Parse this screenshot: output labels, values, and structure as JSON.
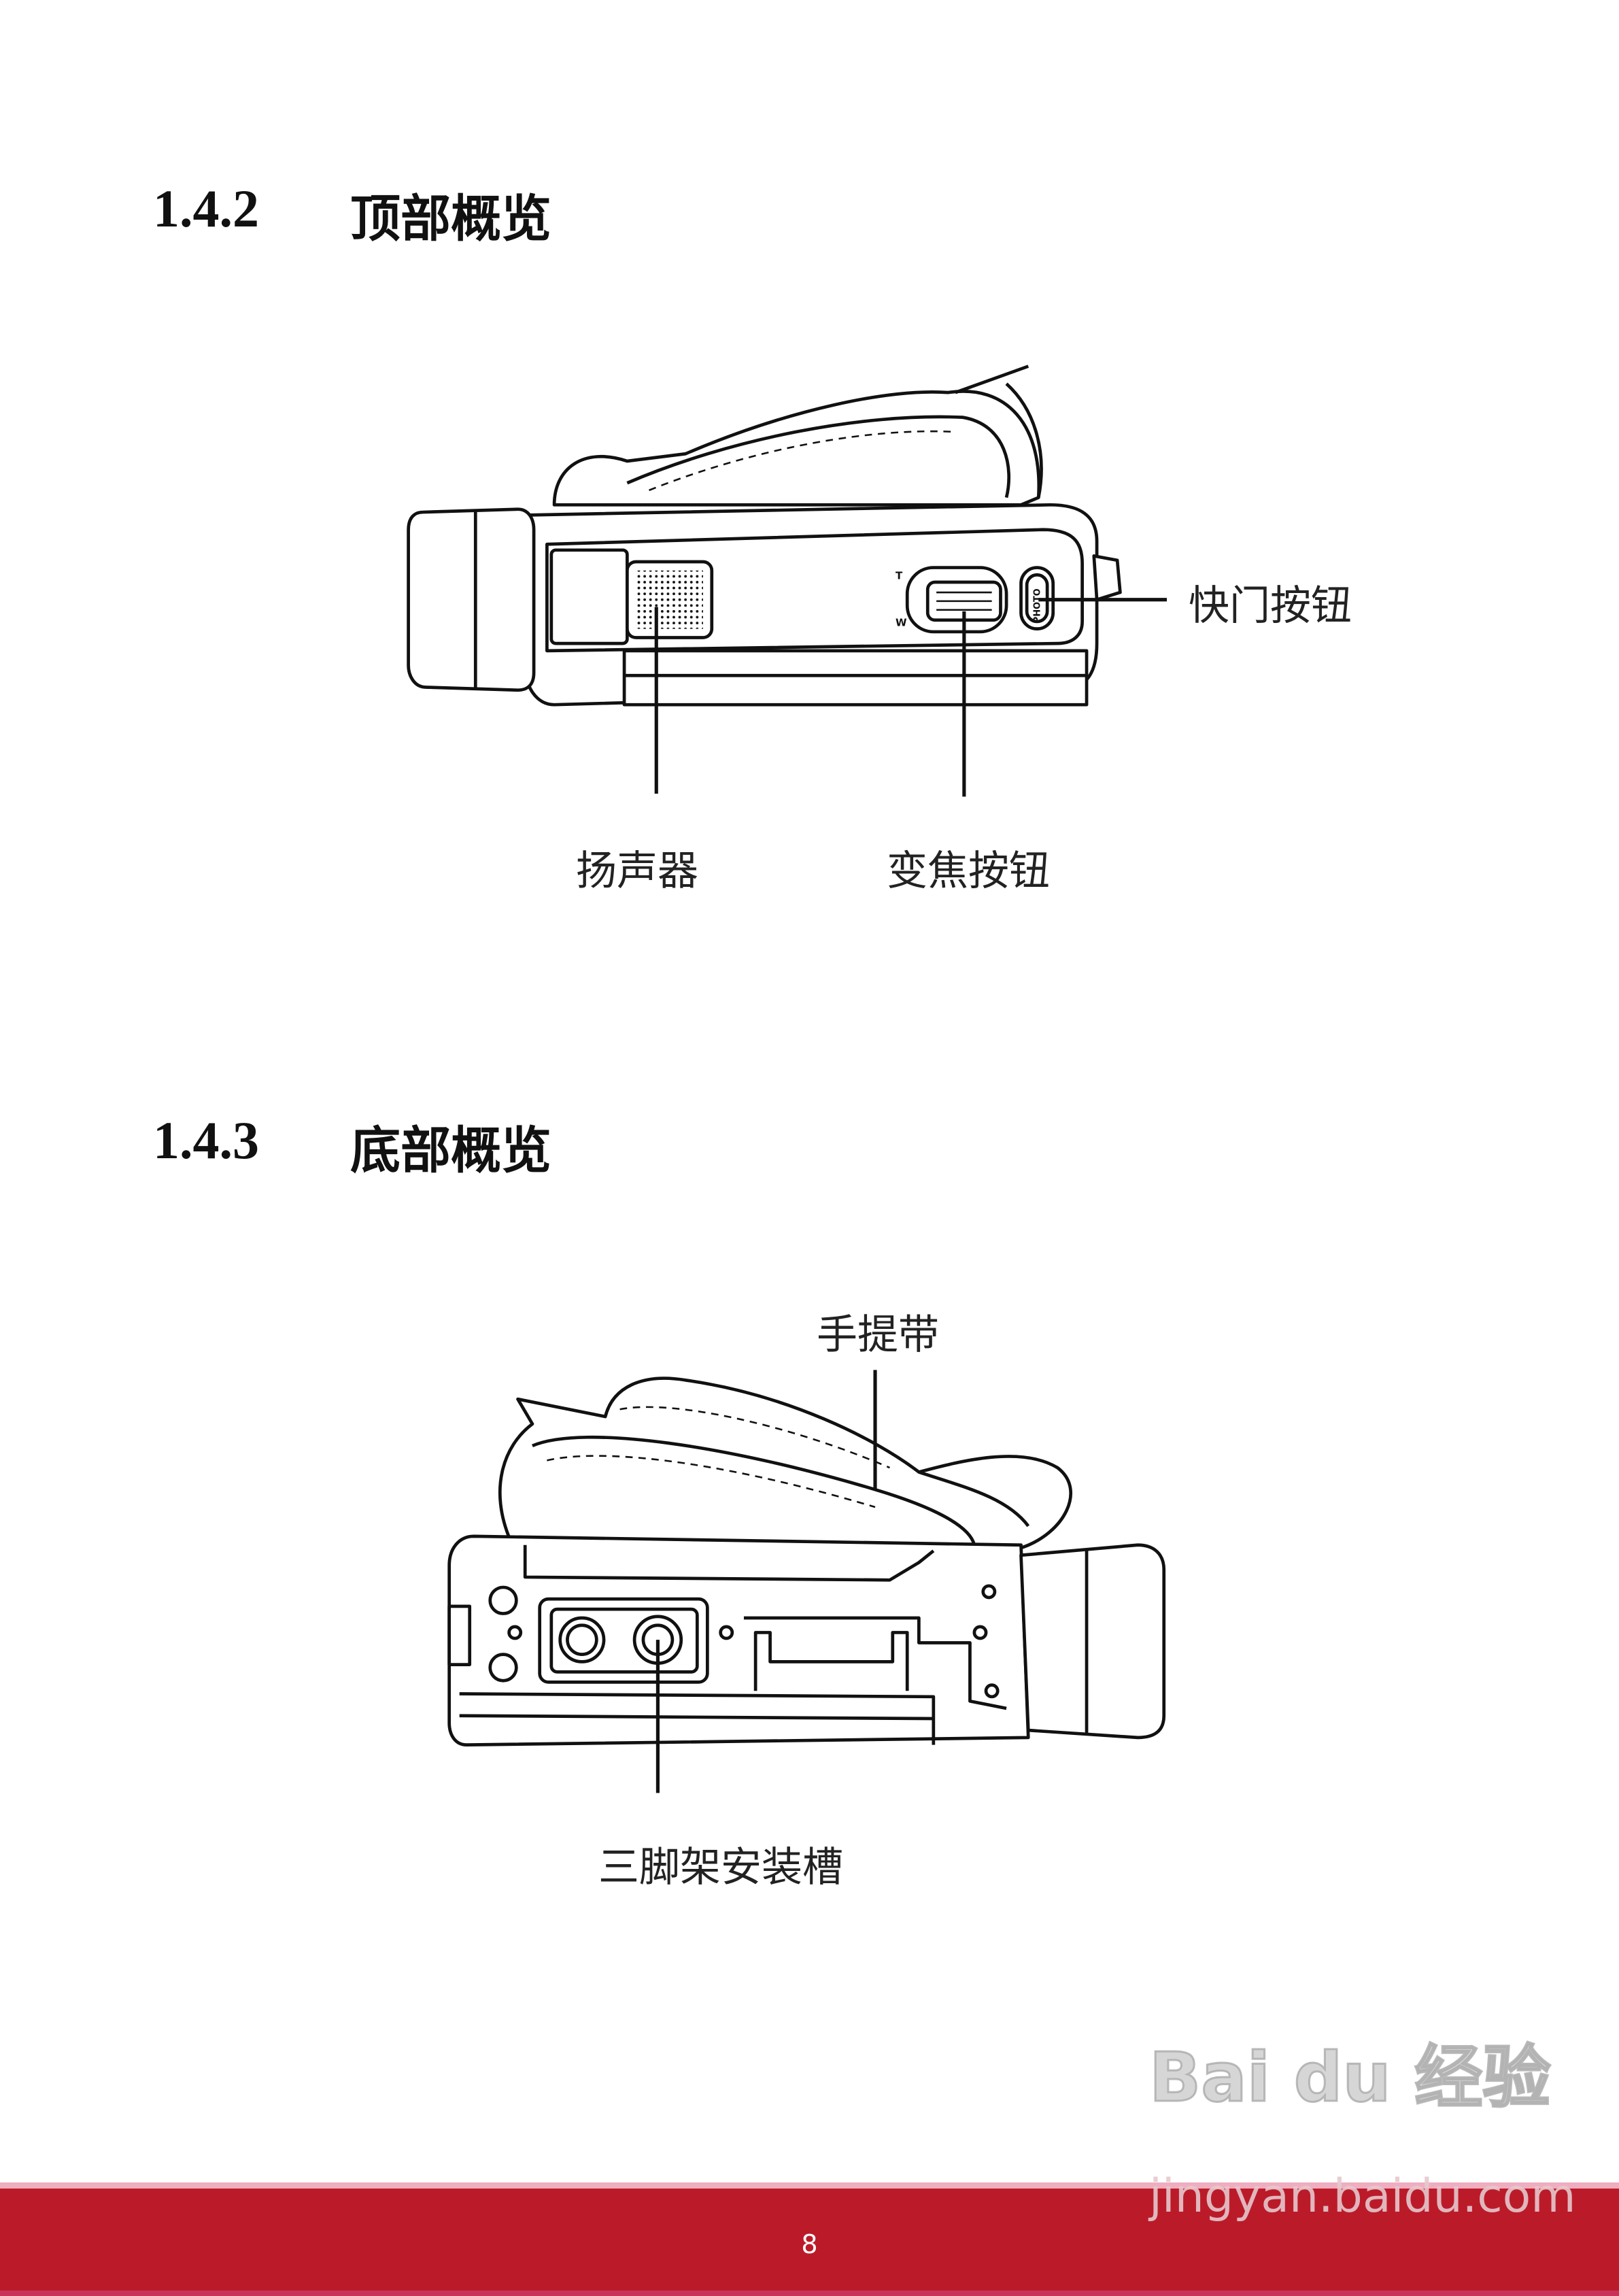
{
  "sections": [
    {
      "number": "1.4.2",
      "title": "顶部概览",
      "labels": {
        "shutter": "快门按钮",
        "speaker": "扬声器",
        "zoom": "变焦按钮"
      },
      "device_markings": {
        "tele": "T",
        "wide": "W",
        "photo": "PHOTO"
      }
    },
    {
      "number": "1.4.3",
      "title": "底部概览",
      "labels": {
        "strap": "手提带",
        "tripod": "三脚架安装槽"
      }
    }
  ],
  "footer": {
    "page_number": "8",
    "color": "#bb1b29"
  },
  "watermark": {
    "logo": "Bai du 经验",
    "url": "jingyan.baidu.com"
  }
}
